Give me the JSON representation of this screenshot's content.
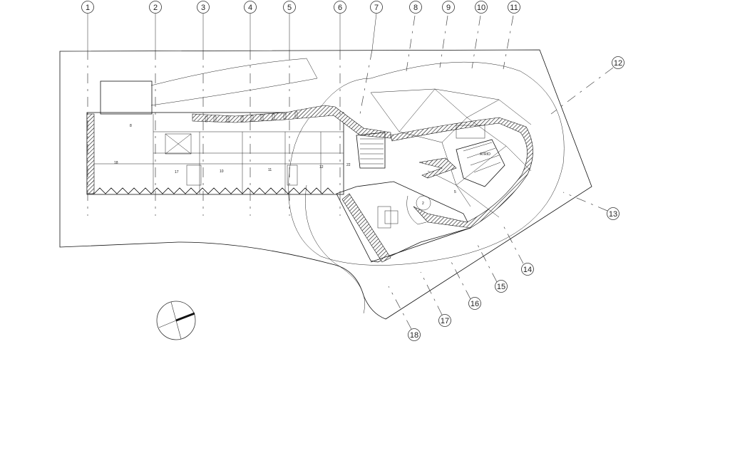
{
  "grid_lines": [
    {
      "label": "1"
    },
    {
      "label": "2"
    },
    {
      "label": "3"
    },
    {
      "label": "4"
    },
    {
      "label": "5"
    },
    {
      "label": "6"
    },
    {
      "label": "7"
    },
    {
      "label": "8"
    },
    {
      "label": "9"
    },
    {
      "label": "10"
    },
    {
      "label": "11"
    },
    {
      "label": "12"
    },
    {
      "label": "13"
    },
    {
      "label": "14"
    },
    {
      "label": "15"
    },
    {
      "label": "16"
    },
    {
      "label": "17"
    },
    {
      "label": "18"
    }
  ],
  "room_labels": [
    "18",
    "17",
    "10",
    "11",
    "12",
    "2",
    "5",
    "8",
    "22",
    "ATRIO"
  ]
}
